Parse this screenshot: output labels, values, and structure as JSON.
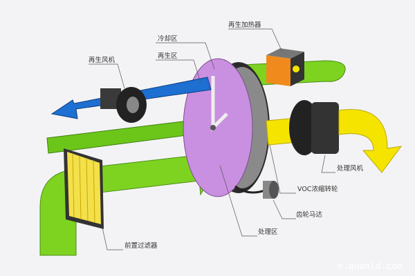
{
  "labels": {
    "heater": "再生加热器",
    "cooling_zone": "冷却区",
    "regen_zone": "再生区",
    "regen_fan": "再生风机",
    "process_fan": "处理风机",
    "voc_rotor": "VOC浓缩转轮",
    "gear_motor": "齿轮马达",
    "process_zone": "处理区",
    "prefilter": "前置过滤器"
  },
  "watermark": "m.quanld.com",
  "colors": {
    "green": "#7ed321",
    "blue": "#1d6fd1",
    "yellow": "#f5e400",
    "purple": "#c98fe0",
    "heater": "#f08a1c"
  }
}
